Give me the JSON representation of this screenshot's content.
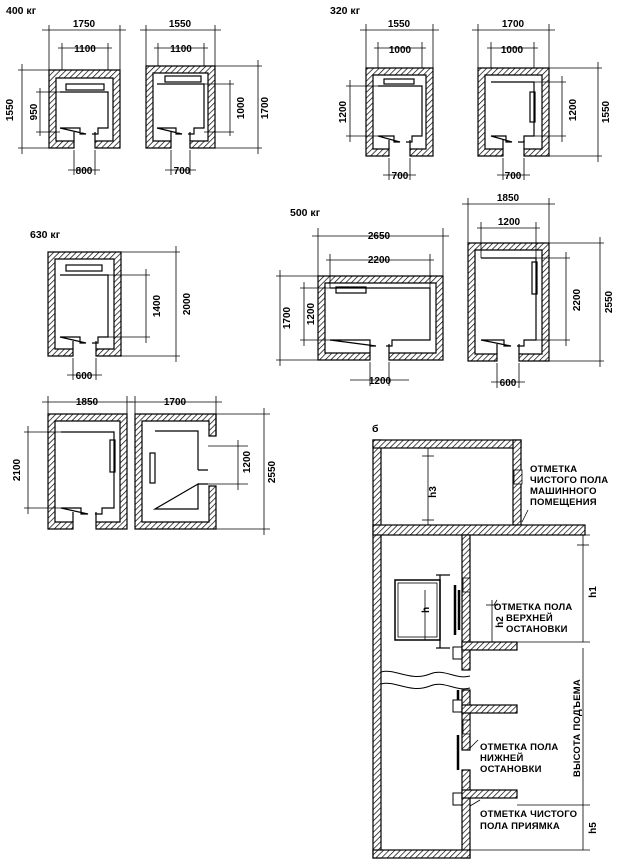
{
  "labels": {
    "w400": "400 кг",
    "w320": "320 кг",
    "w630": "630 кг",
    "w500": "500 кг",
    "section_b": "б"
  },
  "dims": {
    "d1750": "1750",
    "d1100a": "1100",
    "d1550a": "1550",
    "d950": "950",
    "d800": "800",
    "d1550b": "1550",
    "d1100b": "1100",
    "d1000a": "1000",
    "d1700a": "1700",
    "d700a": "700",
    "d1550c": "1550",
    "d1000b": "1000",
    "d1200a": "1200",
    "d700b": "700",
    "d1700b": "1700",
    "d1000c": "1000",
    "d1200b": "1200",
    "d1550d": "1550",
    "d700c": "700",
    "d1400": "1400",
    "d2000": "2000",
    "d600a": "600",
    "d2650": "2650",
    "d2200a": "2200",
    "d1700c": "1700",
    "d1200c": "1200",
    "d1200d": "1200",
    "d1850a": "1850",
    "d1200e": "1200",
    "d2200b": "2200",
    "d2550a": "2550",
    "d600b": "600",
    "d1850b": "1850",
    "d2100": "2100",
    "d1700d": "1700",
    "d1200f": "1200",
    "d2550b": "2550"
  },
  "section": {
    "h1": "h1",
    "h2": "h2",
    "h3": "h3",
    "h5": "h5",
    "h": "h",
    "n1": [
      "ОТМЕТКА",
      "ЧИСТОГО ПОЛА",
      "МАШИННОГО",
      "ПОМЕЩЕНИЯ"
    ],
    "n2": [
      "ОТМЕТКА ПОЛА",
      "ВЕРХНЕЙ",
      "ОСТАНОВКИ"
    ],
    "n3": [
      "ОТМЕТКА ПОЛА",
      "НИЖНЕЙ",
      "ОСТАНОВКИ"
    ],
    "n4": [
      "ОТМЕТКА ЧИСТОГО",
      "ПОЛА ПРИЯМКА"
    ],
    "lift_height": "ВЫСОТА ПОДЪЕМА"
  }
}
